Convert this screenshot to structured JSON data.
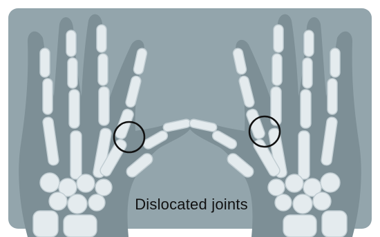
{
  "caption": "Dislocated joints",
  "colors": {
    "background": "#93a5ac",
    "hand_silhouette": "#7d8f96",
    "bone_fill": "#e4ebee",
    "bone_stroke": "#c2ced3",
    "marker": "#111111"
  },
  "icons": [
    "left-hand-xray",
    "right-hand-xray",
    "dislocation-circle-marker"
  ]
}
